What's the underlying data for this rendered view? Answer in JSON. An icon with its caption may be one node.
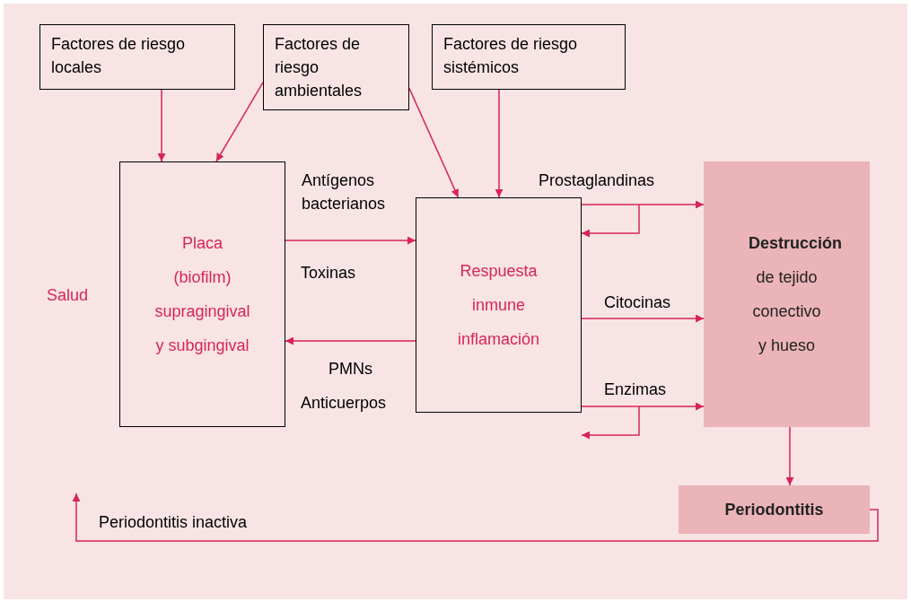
{
  "diagram": {
    "nodes": [
      {
        "text": [
          "Factores de riesgo locales"
        ]
      },
      {
        "text": [
          "Factores de riesgo ambientales"
        ]
      },
      {
        "text": [
          "Factores de riesgo sistémicos"
        ]
      },
      {
        "text": [
          "Placa (biofilm) supragingival y subgingival"
        ]
      },
      {
        "text": [
          "Respuesta inmune inflamación"
        ]
      },
      {
        "text": [
          "Destrucción",
          "de tejido conectivo y hueso"
        ]
      },
      {
        "text": [
          "Periodontitis"
        ]
      }
    ],
    "edges": [
      {
        "from": 0,
        "to": 3,
        "arrow": "to"
      },
      {
        "from": 1,
        "to": 3,
        "arrow": "to"
      },
      {
        "from": 1,
        "to": 4,
        "arrow": "to"
      },
      {
        "from": 2,
        "to": 4,
        "arrow": "to"
      },
      {
        "from": 3,
        "to": 4,
        "arrow": "to",
        "label": "Antígenos bacterianos"
      },
      {
        "from": 4,
        "to": 3,
        "arrow": "to",
        "label": "PMNs"
      },
      {
        "from": 4,
        "to": 5,
        "arrow": "to",
        "label": "Prostaglandinas"
      },
      {
        "from": null,
        "to": 4,
        "arrow": "to"
      },
      {
        "from": 4,
        "to": 5,
        "arrow": "to",
        "label": "Citocinas"
      },
      {
        "from": 4,
        "to": 5,
        "arrow": "to",
        "label": "Enzimas"
      },
      {
        "from": null,
        "to": 4,
        "arrow": "to"
      },
      {
        "from": 5,
        "to": 6,
        "arrow": "to"
      },
      {
        "from": 6,
        "to": null,
        "arrow": "to",
        "label": "Periodontitis inactiva"
      }
    ],
    "labels": [
      "Salud",
      "Toxinas",
      "Anticuerpos"
    ]
  }
}
